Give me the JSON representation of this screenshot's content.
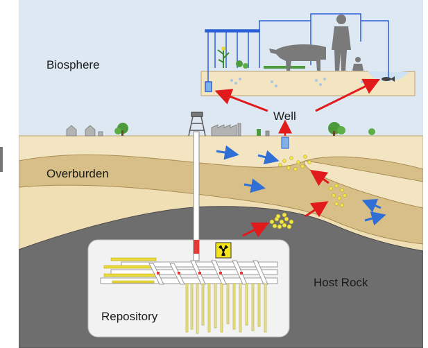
{
  "labels": {
    "biosphere": "Biosphere",
    "well": "Well",
    "overburden": "Overburden",
    "host_rock": "Host Rock",
    "repository": "Repository"
  },
  "icons": {
    "radiation": "radiation-warning-icon",
    "cow": "cow-icon",
    "adult": "person-icon",
    "child": "child-icon",
    "fish": "fish-icon",
    "houses": "house-icon",
    "trees": "tree-icon",
    "factory": "factory-icon",
    "headframe": "mine-headframe-icon"
  },
  "colors": {
    "sky": "#dfe9f3",
    "soil": "#f3e5c4",
    "overburden_dark": "#d9c189",
    "host_rock": "#6e6e6e",
    "repository_box": "#f2f2f2",
    "flow_arrow": "#2f6fd6",
    "release_arrow": "#e11b1b",
    "particle": "#f2e54a",
    "silhouette": "#7a7a7a",
    "pipe": "#2b5fd9"
  }
}
